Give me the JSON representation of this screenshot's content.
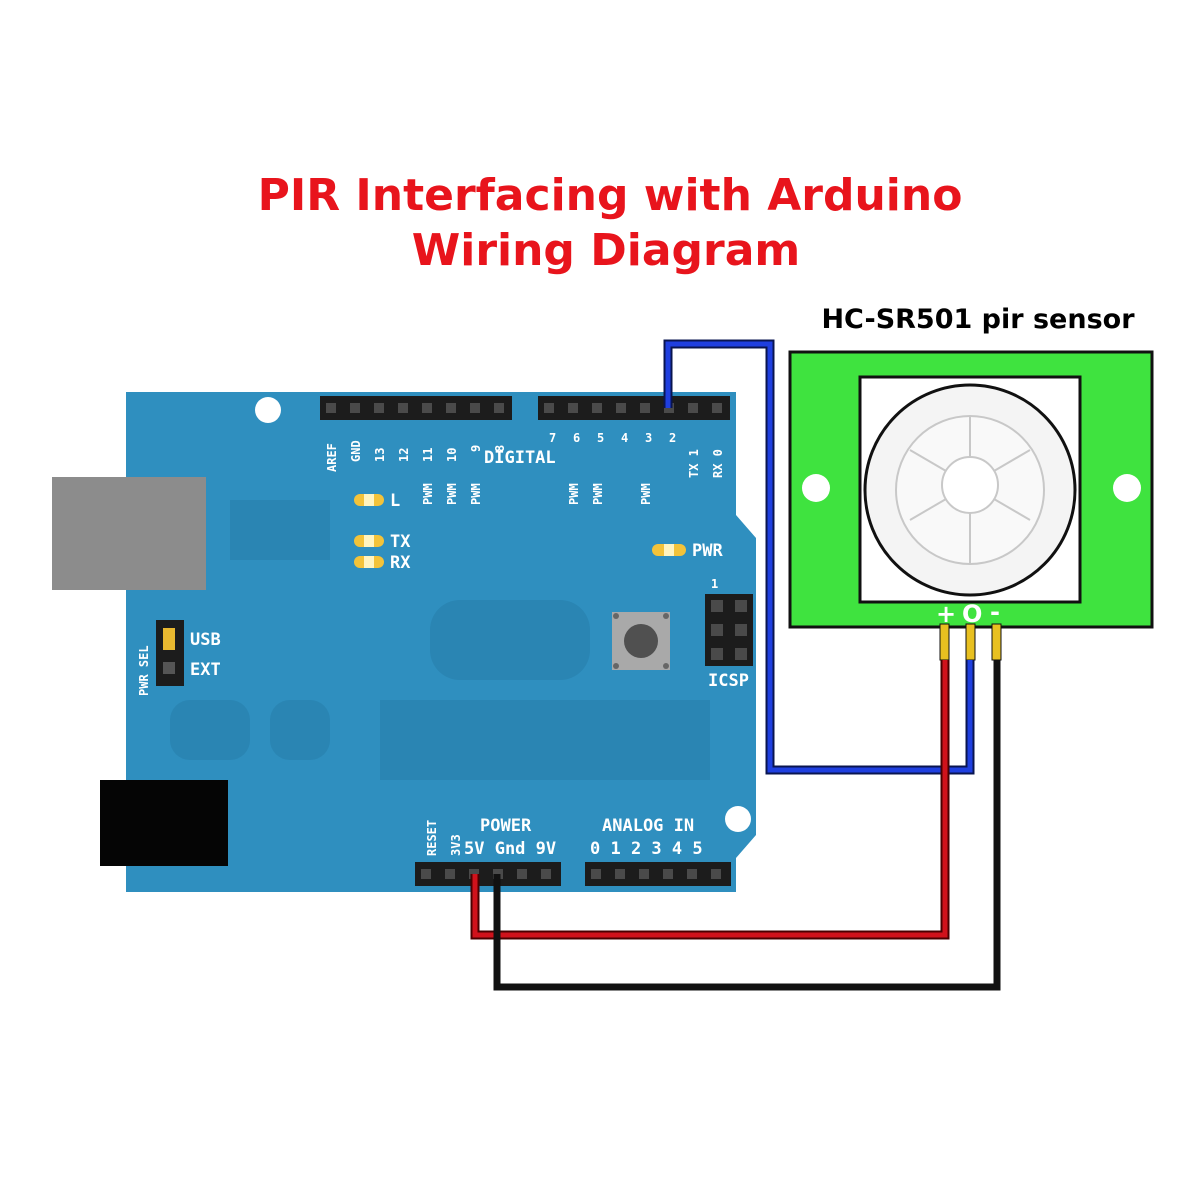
{
  "title": {
    "line1": "PIR Interfacing with Arduino",
    "line2": "Wiring Diagram",
    "color": "#e8141c"
  },
  "sensor": {
    "label": "HC-SR501 pir sensor",
    "plus": "+",
    "out": "O",
    "minus": "-",
    "board_color": "#3fe33f"
  },
  "arduino": {
    "board_color": "#2f8fbf",
    "top_header_labels": [
      "AREF",
      "GND",
      "13",
      "12",
      "11",
      "10",
      "9",
      "8"
    ],
    "digital_pin_labels": [
      "7",
      "6",
      "5",
      "4",
      "3",
      "2",
      "TX 1",
      "RX 0"
    ],
    "digital_label": "DIGITAL",
    "pwm_label": "PWM",
    "led_labels": {
      "l": "L",
      "tx": "TX",
      "rx": "RX",
      "pwr": "PWR"
    },
    "pwr_sel": {
      "label": "PWR SEL",
      "usb": "USB",
      "ext": "EXT"
    },
    "icsp_label": "ICSP",
    "icsp_pin1": "1",
    "power": {
      "reset": "RESET",
      "v3": "3V3",
      "label": "POWER",
      "pins": "5V Gnd 9V"
    },
    "analog": {
      "label": "ANALOG IN",
      "pins": "0 1 2 3 4 5"
    }
  },
  "wires": {
    "vcc_color": "#d0121b",
    "gnd_color": "#111111",
    "signal_color": "#1f3fe0"
  }
}
